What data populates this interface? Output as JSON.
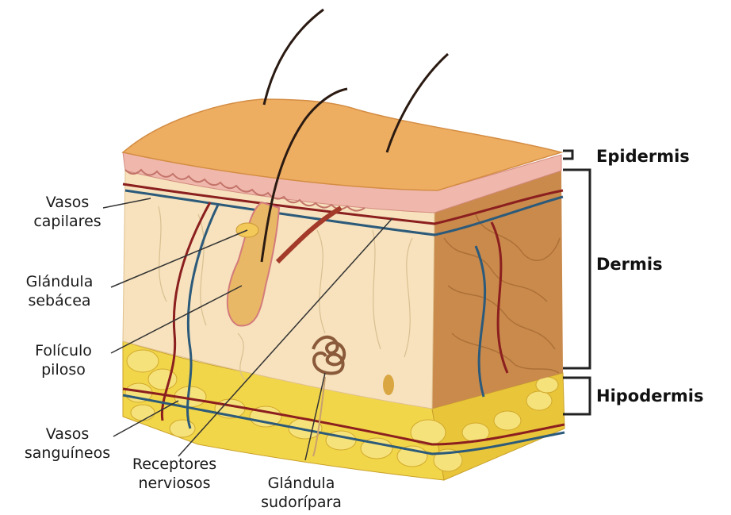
{
  "labels": {
    "vasos_capilares": [
      "Vasos",
      "capilares"
    ],
    "glandula_sebacea": [
      "Glándula",
      "sebácea"
    ],
    "foliculo_piloso": [
      "Folículo",
      "piloso"
    ],
    "vasos_sanguineos": [
      "Vasos",
      "sanguíneos"
    ],
    "receptores_nerviosos": [
      "Receptores",
      "nerviosos"
    ],
    "glandula_sudoripara": [
      "Glándula",
      "sudorípara"
    ]
  },
  "layers": {
    "epidermis": "Epidermis",
    "dermis": "Dermis",
    "hipodermis": "Hipodermis"
  },
  "colors": {
    "skin_top": "#eeae62",
    "skin_top_edge": "#d48d44",
    "epidermis_pink": "#f0b8ac",
    "dermis": "#f7e2bd",
    "dermis_side": "#c98a4c",
    "fat": "#f2d64a",
    "artery": "#8b1f1f",
    "vein": "#2c5a7a",
    "hair": "#2a1a12"
  }
}
